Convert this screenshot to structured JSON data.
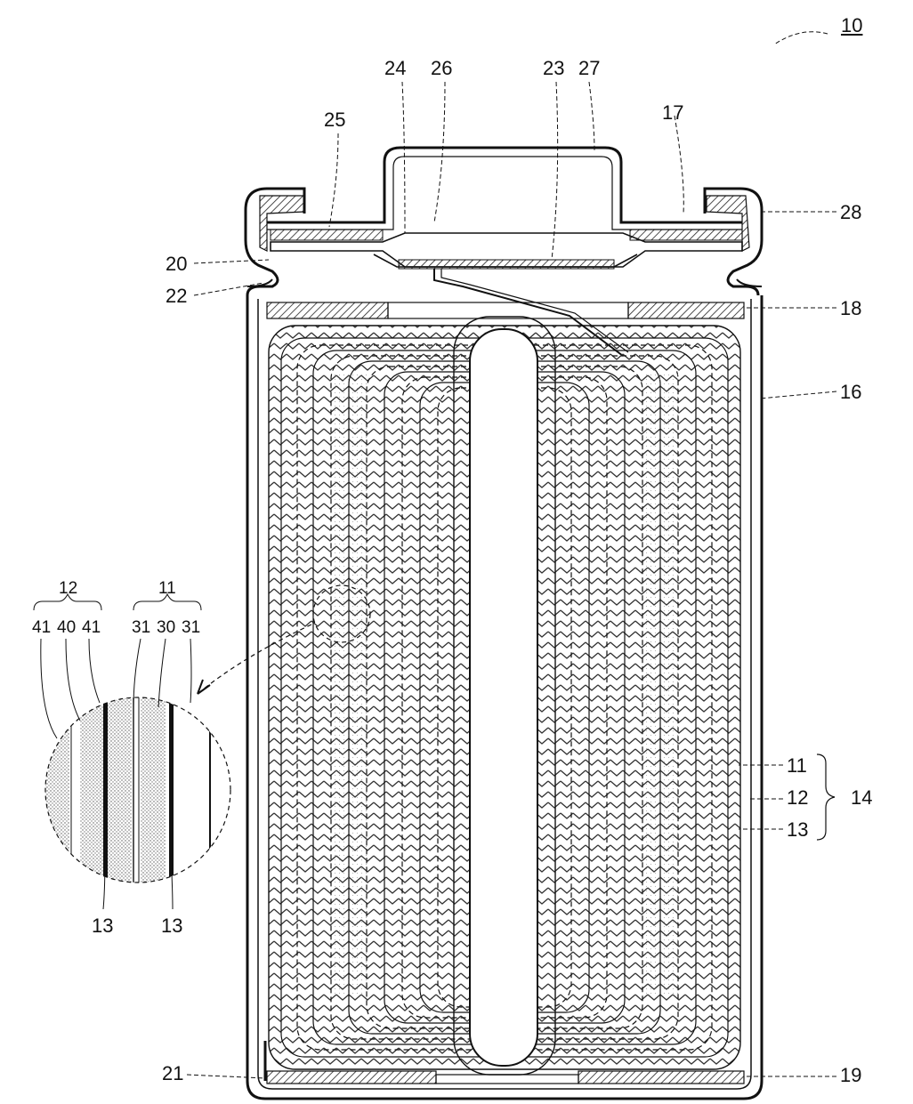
{
  "figure": {
    "ref_main": "10",
    "callouts": {
      "c24": "24",
      "c26": "26",
      "c23": "23",
      "c27": "27",
      "c25": "25",
      "c17": "17",
      "c28": "28",
      "c20": "20",
      "c22": "22",
      "c18": "18",
      "c16": "16",
      "c11": "11",
      "c12": "12",
      "c13": "13",
      "c14": "14",
      "c21": "21",
      "c19": "19"
    },
    "inset": {
      "group_12": "12",
      "group_11": "11",
      "l41a": "41",
      "l40": "40",
      "l41b": "41",
      "l31a": "31",
      "l30": "30",
      "l31b": "31",
      "l13a": "13",
      "l13b": "13"
    }
  }
}
